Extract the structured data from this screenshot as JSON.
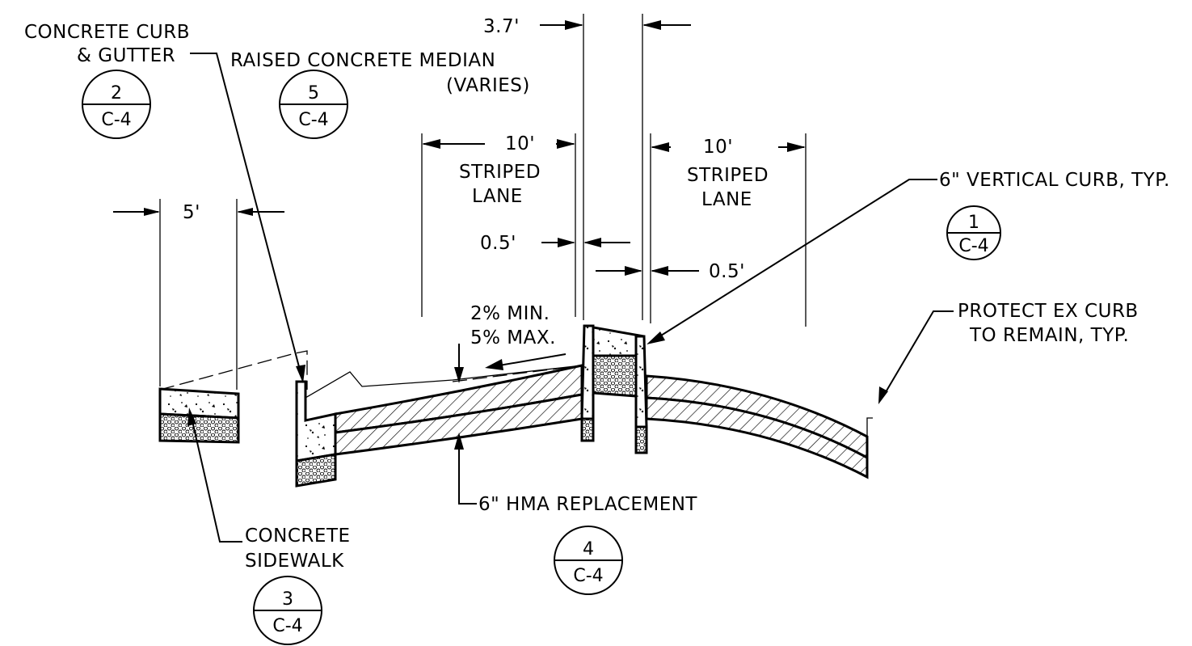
{
  "labels": {
    "curb_gutter_line1": "CONCRETE CURB",
    "curb_gutter_line2": "& GUTTER",
    "median_line1": "RAISED CONCRETE MEDIAN",
    "median_line2": "(VARIES)",
    "median_width": "3.7'",
    "lane_left_width": "10'",
    "lane_left_line1": "STRIPED",
    "lane_left_line2": "LANE",
    "lane_right_width": "10'",
    "lane_right_line1": "STRIPED",
    "lane_right_line2": "LANE",
    "offset_left": "0.5'",
    "offset_right": "0.5'",
    "sidewalk_width": "5'",
    "vertical_curb": "6\" VERTICAL CURB, TYP.",
    "slope_min": "2% MIN.",
    "slope_max": "5% MAX.",
    "protect_line1": "PROTECT EX CURB",
    "protect_line2": "TO REMAIN, TYP.",
    "hma": "6\" HMA REPLACEMENT",
    "sidewalk_line1": "CONCRETE",
    "sidewalk_line2": "SIDEWALK"
  },
  "bubbles": {
    "curb_gutter": {
      "top": "2",
      "bottom": "C-4"
    },
    "median": {
      "top": "5",
      "bottom": "C-4"
    },
    "vertical_curb": {
      "top": "1",
      "bottom": "C-4"
    },
    "hma": {
      "top": "4",
      "bottom": "C-4"
    },
    "sidewalk": {
      "top": "3",
      "bottom": "C-4"
    }
  }
}
